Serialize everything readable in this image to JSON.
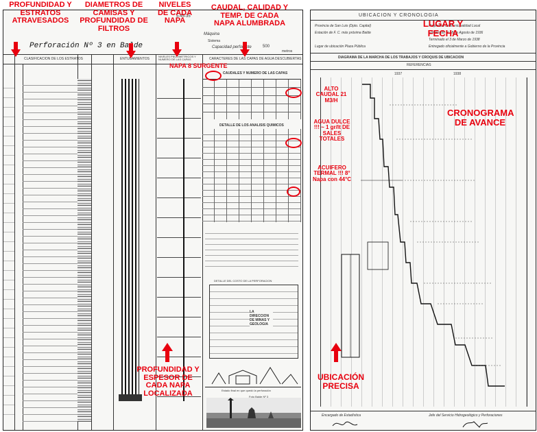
{
  "annotations": {
    "profundidad_estratos": "PROFUNDIDAD Y ESTRATOS ATRAVESADOS",
    "diametros": "DIAMETROS DE CAMISAS Y PROFUNDIDAD DE FILTROS",
    "niveles": "NIVELES DE CADA NAPA",
    "caudal": "CAUDAL, CALIDAD Y TEMP. DE CADA NAPA ALUMBRADA",
    "lugar": "LUGAR Y FECHA",
    "cronograma": "CRONOGRAMA DE AVANCE",
    "napa8": "NAPA 8 SURGENTE",
    "alto_caudal": "ALTO CAUDAL 21 M3/H",
    "agua_dulce": "AGUA DULCE !!! ~ 1 gr/lt DE SALES TOTALES",
    "acuifero": "ACUIFERO TERMAL !!! 8° Napa con 44°C",
    "ubicacion": "UBICACIÓN PRECISA",
    "profundidad_napa": "PROFUNDIDAD Y ESPESOR DE CADA NAPA LOCALIZADA"
  },
  "left_sheet": {
    "title": "Perforación Nº 3 en Balde",
    "date_code": "5-45-35",
    "maquina_label": "Máquina",
    "sistema_label": "Sistema",
    "capacidad": "Capacidad perforante",
    "capacidad_val": "500",
    "metros": "metros",
    "col_estratos": "CLASIFICACION DE LOS ESTRATOS",
    "col_entubamientos": "ENTUBAMIENTOS",
    "col_niveles": "NIVELES PIEZOMETRICOS Y NUMERO DE LAS CAPAS",
    "col_caracteres": "CARACTERES DE LAS CAPAS DE AGUA DESCUBIERTAS",
    "caudales_title": "CAUDALES Y NUMERO DE LAS CAPAS",
    "analisis_title": "DETALLE DE LOS ANALISIS QUIMICOS",
    "costo_title": "DETALLE DEL COSTO DE LA PERFORACION",
    "direccion": "LA DIRECCION DE MINAS Y GEOLOGIA",
    "estado": "Estado final en que quedó la perforación",
    "foto": "Foto Balde Nº 3"
  },
  "right_sheet": {
    "ubicacion_title": "UBICACION Y CRONOLOGIA",
    "provincia": "Provincia de San Luis (Dpto. Capital)",
    "estacion": "Estación de F. C. más próxima Balde",
    "propiedad": "Propiedad de Municipalidad Local",
    "empezado": "Empezado el 18 de Agosto de 1936",
    "terminado": "Terminado el 3 de Marzo de 1938",
    "lugar": "Lugar de ubicación Plaza Pública",
    "entregado": "Entregado oficialmente a Gobierno de la Provincia",
    "diagrama_title": "DIAGRAMA DE LA MARCHA DE LOS TRABAJOS Y CROQUIS DE UBICACION",
    "referencias": "REFERENCIAS",
    "year_1937": "1937",
    "year_1938": "1938",
    "encargado": "Encargado de Estadística",
    "jefe": "Jefe del Servicio Hidrogeológico y Perforaciones"
  }
}
